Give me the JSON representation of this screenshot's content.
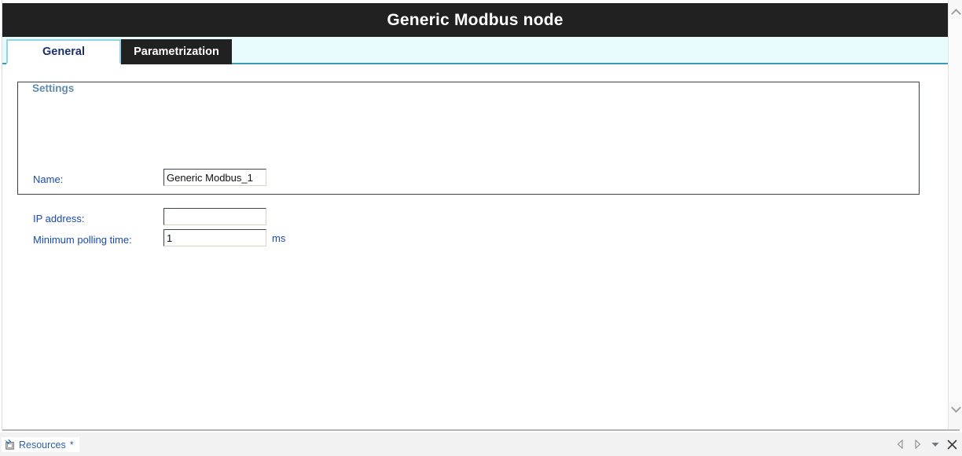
{
  "window": {
    "title": "Generic Modbus node"
  },
  "tabs": [
    {
      "label": "General",
      "state": "active"
    },
    {
      "label": "Parametrization",
      "state": "inactive"
    }
  ],
  "settings_group": {
    "legend": "Settings",
    "fields": [
      {
        "label": "Name:",
        "value": "Generic Modbus_1",
        "placeholder": "",
        "unit": ""
      },
      {
        "label": "IP address:",
        "value": "",
        "placeholder": "",
        "unit": ""
      },
      {
        "label": "Minimum polling time:",
        "value": "1",
        "placeholder": "",
        "unit": "ms"
      }
    ]
  },
  "status_bar": {
    "resources_tab": {
      "label": "Resources",
      "modified_marker": "*",
      "icon": "resources-pin-icon"
    },
    "controls": [
      {
        "name": "scroll-tabs-left-button",
        "icon": "triangle-left-icon"
      },
      {
        "name": "scroll-tabs-right-button",
        "icon": "triangle-right-icon"
      },
      {
        "name": "tab-list-dropdown-button",
        "icon": "chevron-down-icon"
      },
      {
        "name": "close-panel-button",
        "icon": "close-x-icon"
      }
    ]
  },
  "scrollbar": {
    "up_icon": "chevron-up-icon",
    "down_icon": "chevron-down-icon"
  },
  "colors": {
    "header_background": "#212121",
    "tab_strip_background": "#e7fbfd",
    "tab_active_border": "#8fd3e4",
    "tab_strip_underline": "#3f99b5",
    "label_text": "#1a49ad",
    "legend_text": "#5f8bad",
    "group_border": "#39414b",
    "status_bar_background": "#f2f2f2",
    "resources_text": "#2d5fa8"
  }
}
